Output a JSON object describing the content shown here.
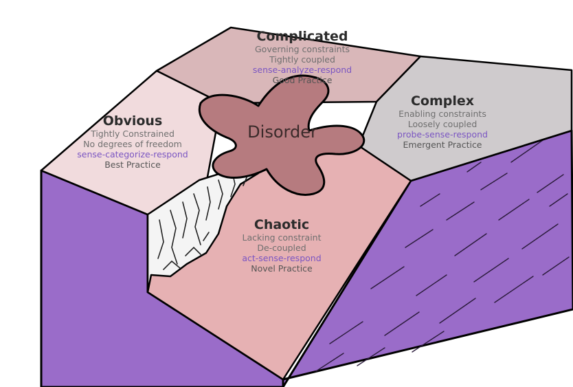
{
  "colors": {
    "complicated_top": "#d9b7b9",
    "complex_top": "#cfcbcd",
    "obvious_top": "#f1dbdd",
    "chaotic_top": "#e6b1b3",
    "disorder_fill": "#b67b7f",
    "side_purple": "#9a6cc9",
    "cliff_white": "#f4f4f4",
    "sequence_text": "#7a55c2"
  },
  "domains": {
    "complicated": {
      "title": "Complicated",
      "constraints": "Governing constraints",
      "coupling": "Tightly coupled",
      "sequence": "sense-analyze-respond",
      "practice": "Good Practice"
    },
    "complex": {
      "title": "Complex",
      "constraints": "Enabling constraints",
      "coupling": "Loosely coupled",
      "sequence": "probe-sense-respond",
      "practice": "Emergent Practice"
    },
    "obvious": {
      "title": "Obvious",
      "constraints": "Tightly Constrained",
      "coupling": "No degrees of freedom",
      "sequence": "sense-categorize-respond",
      "practice": "Best Practice"
    },
    "chaotic": {
      "title": "Chaotic",
      "constraints": "Lacking constraint",
      "coupling": "De-coupled",
      "sequence": "act-sense-respond",
      "practice": "Novel Practice"
    },
    "disorder": {
      "title": "Disorder"
    }
  }
}
